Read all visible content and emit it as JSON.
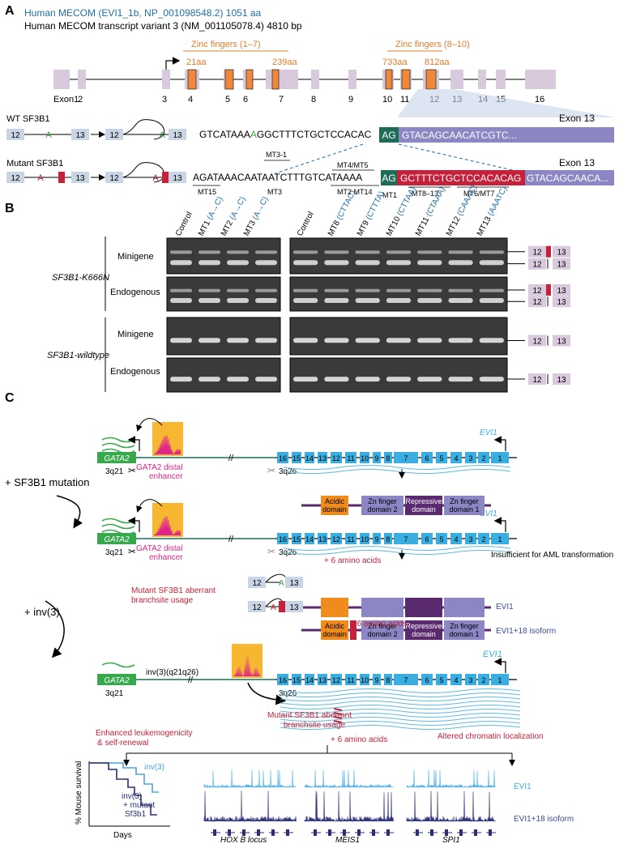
{
  "panel_a": {
    "label": "A",
    "protein_title": "Human MECOM (EVI1_1b, NP_001098548.2) 1051 aa",
    "transcript_title": "Human MECOM transcript variant 3 (NM_001105078.4) 4810 bp",
    "zf1_label": "Zinc fingers (1–7)",
    "zf2_label": "Zinc fingers (8–10)",
    "aa_21": "21aa",
    "aa_239": "239aa",
    "aa_733": "733aa",
    "aa_812": "812aa",
    "exon_labels": [
      "Exon1",
      "2",
      "3",
      "4",
      "5",
      "6",
      "7",
      "8",
      "9",
      "10",
      "11",
      "12",
      "13",
      "14",
      "15",
      "16"
    ],
    "wt_label": "WT SF3B1",
    "mut_label": "Mutant SF3B1",
    "box12": "12",
    "box13": "13",
    "base_a": "A",
    "exon13": "Exon 13",
    "wt_seq_1": "GTCATAAA",
    "wt_seq_a": "A",
    "wt_seq_2": "GGCTTTCTGCTCCACAC",
    "ag": "AG",
    "wt_seq_exon": "GTACAGCAACATCGTC...",
    "mut_seq_1": "AGATAAACAATAATCTTTGTCATAAAA",
    "mut_red": "GCTTTCTGCTCCACACAG",
    "mut_exon": "GTACAGCAACA...",
    "mt_labels": {
      "mt15": "MT15",
      "mt3_1": "MT3-1",
      "mt3": "MT3",
      "mt4_5": "MT4/MT5",
      "mt2_14": "MT2 MT14",
      "mt1": "MT1",
      "mt8_13": "MT8–13",
      "mt6_7": "MT6/MT7"
    }
  },
  "panel_b": {
    "label": "B",
    "lane_labels_left": [
      "Control",
      "MT1 (A→C)",
      "MT2 (A→C)",
      "MT3 (A→C)"
    ],
    "lane_labels_right": [
      "Control",
      "MT8 (CTTAC)",
      "MT9 (CTTTA)",
      "MT10 (CTTAA)",
      "MT11 (CTAAA)",
      "MT12 (CAAAC)",
      "MT13 (AAATC)"
    ],
    "row_minigene": "Minigene",
    "row_endogenous": "Endogenous",
    "group_mut": "SF3B1-K666N",
    "group_wt": "SF3B1-wildtype"
  },
  "panel_c": {
    "label": "C",
    "gata2": "GATA2",
    "loc_3q21": "3q21",
    "loc_3q26": "3q26",
    "enhancer": "GATA2 distal enhancer",
    "evi1": "EVI1",
    "exons": [
      "16",
      "15",
      "14",
      "13",
      "12",
      "11",
      "10",
      "9",
      "8",
      "7",
      "6",
      "5",
      "4",
      "3",
      "2",
      "1"
    ],
    "sf3b1_mut": "+ SF3B1 mutation",
    "inv3": "+ inv(3)",
    "inv3_label": "inv(3)(q21q26)",
    "domains": [
      "Acidic domain",
      "Zn finger domain 2",
      "Repressive domain",
      "Zn finger domain 1"
    ],
    "plus6": "+ 6 amino acids",
    "insufficient": "Insufficient for AML transformation",
    "aberrant": "Mutant SF3B1 aberrant branchsite usage",
    "evi1_isoform": "EVI1+18 isoform",
    "enhanced": "Enhanced leukemogenicity & self-renewal",
    "altered": "Altered chromatin localization",
    "survival_y": "% Mouse survival",
    "survival_x": "Days",
    "curve_inv3": "inv(3)",
    "curve_mut": "inv(3) + mutant Sf3b1",
    "locus_hoxb": "HOX B locus",
    "locus_meis1": "MEIS1",
    "locus_spi1": "SPI1"
  },
  "colors": {
    "exon": "#d9c9dc",
    "zf": "#f0883a",
    "green": "#1e6b5a",
    "red": "#c4213a",
    "blue": "#3aaee0",
    "purple": "#8c86c4",
    "darkpurple": "#5a2a6e",
    "orange": "#f08c1e",
    "track_light": "#54b4e4",
    "track_dark": "#30347a"
  }
}
